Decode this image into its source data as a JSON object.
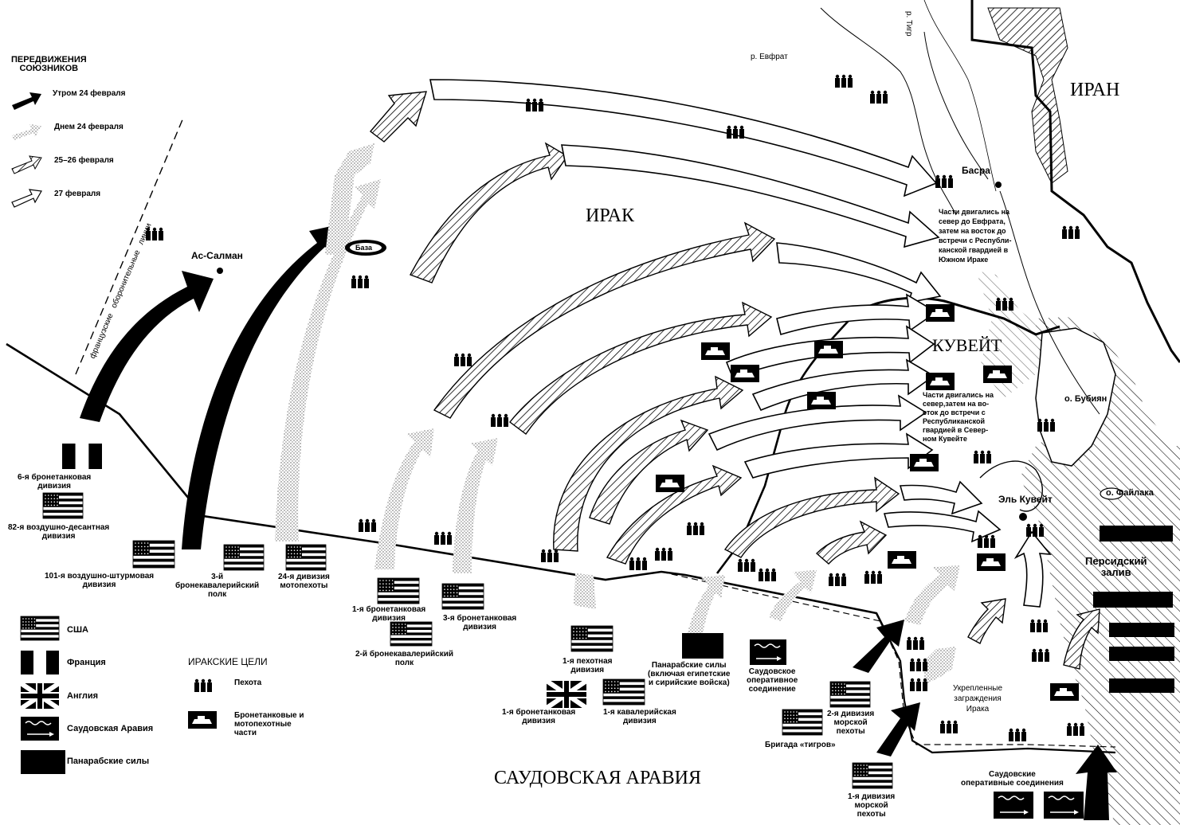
{
  "legend": {
    "title": "ПЕРЕДВИЖЕНИЯ\nСОЮЗНИКОВ",
    "items": [
      {
        "style": "solid",
        "label": "Утром 24 февраля"
      },
      {
        "style": "dotted",
        "label": "Днем 24 февраля"
      },
      {
        "style": "hatched",
        "label": "25–26 февраля"
      },
      {
        "style": "outline",
        "label": "27 февраля"
      }
    ]
  },
  "flags_legend": [
    {
      "flag": "usa",
      "label": "США"
    },
    {
      "flag": "france",
      "label": "Франция"
    },
    {
      "flag": "uk",
      "label": "Англия"
    },
    {
      "flag": "saudi",
      "label": "Саудовская Аравия"
    },
    {
      "flag": "panarab",
      "label": "Панарабские силы"
    }
  ],
  "iraqi_targets": {
    "title": "ИРАКСКИЕ ЦЕЛИ",
    "infantry": "Пехота",
    "armor": "Бронетанковые и\nмотопехотные\nчасти"
  },
  "places": {
    "iraq": "ИРАК",
    "kuwait": "КУВЕЙТ",
    "iran": "ИРАН",
    "saudi": "САУДОВСКАЯ АРАВИЯ",
    "gulf": "Персидский\nзалив",
    "as_salman": "Ас-Салман",
    "basra": "Басра",
    "kuwait_city": "Эль Кувейт",
    "bubiyan": "о. Бубиян",
    "failaka": "о. Файлака",
    "euphrates": "р. Евфрат",
    "tigris": "р. Тигр",
    "base": "База",
    "french_line": "французские   оборонительные   линии"
  },
  "notes": {
    "iraq_note": "Части двигались на\nсевер до Евфрата,\nзатем на восток до\nвстречи с Республи-\nканской гвардией в\nЮжном Ираке",
    "kuwait_note": "Части двигались на\nсевер,затем на во-\nсток до встречи с\nРеспубликанской\nгвардией в Север-\nном Кувейте",
    "barriers": "Укрепленные\nзаграждения\nИрака"
  },
  "units": [
    {
      "id": "u6",
      "label": "6-я бронетанковая\nдивизия"
    },
    {
      "id": "u82",
      "label": "82-я воздушно-десантная\nдивизия"
    },
    {
      "id": "u101",
      "label": "101-я воздушно-штурмовая\nдивизия"
    },
    {
      "id": "u3cav",
      "label": "3-й\nбронекавалерийский\nполк"
    },
    {
      "id": "u24",
      "label": "24-я дивизия\nмотопехоты"
    },
    {
      "id": "u1arm",
      "label": "1-я бронетанковая\nдивизия"
    },
    {
      "id": "u3arm",
      "label": "3-я бронетанковая\nдивизия"
    },
    {
      "id": "u2cav",
      "label": "2-й бронекавалерийский\nполк"
    },
    {
      "id": "u1inf",
      "label": "1-я пехотная\nдивизия"
    },
    {
      "id": "ukarm",
      "label": "1-я бронетанковая\nдивизия"
    },
    {
      "id": "u1cavd",
      "label": "1-я кавалерийская\nдивизия"
    },
    {
      "id": "upanarab",
      "label": "Панарабские силы\n(включая египетские\nи сирийские войска)"
    },
    {
      "id": "usaudi1",
      "label": "Саудовское\nоперативное\nсоединение"
    },
    {
      "id": "u2mar",
      "label": "2-я дивизия\nморской\nпехоты"
    },
    {
      "id": "utiger",
      "label": "Бригада «тигров»"
    },
    {
      "id": "u1mar",
      "label": "1-я дивизия\nморской\nпехоты"
    },
    {
      "id": "usaudi2",
      "label": "Саудовские\nоперативные соединения"
    }
  ]
}
